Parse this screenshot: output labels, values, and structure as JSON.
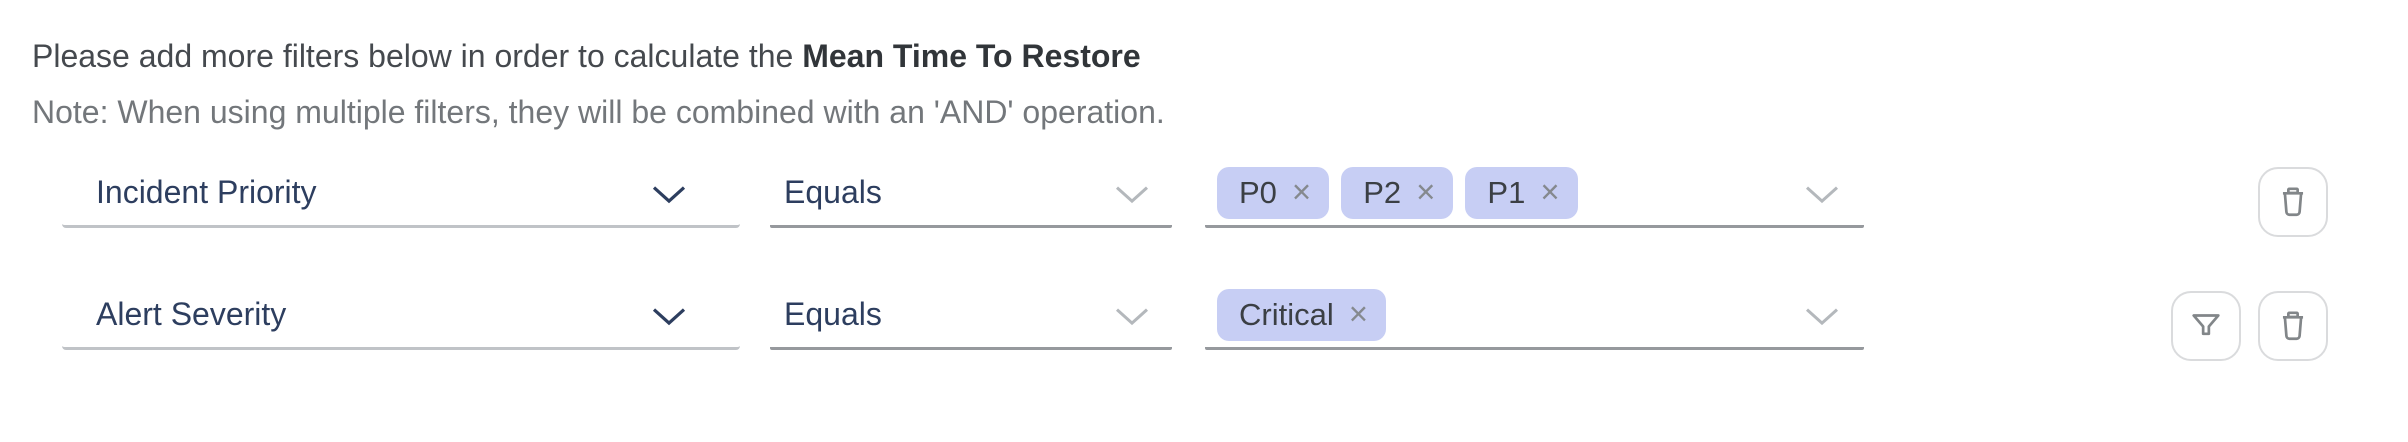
{
  "header": {
    "prefix": "Please add more filters below in order to calculate the ",
    "metric": "Mean Time To Restore",
    "note": "Note: When using multiple filters, they will be combined with an 'AND' operation."
  },
  "rows": [
    {
      "field": "Incident Priority",
      "operator": "Equals",
      "values": [
        "P0",
        "P2",
        "P1"
      ],
      "actions": [
        "delete"
      ]
    },
    {
      "field": "Alert Severity",
      "operator": "Equals",
      "values": [
        "Critical"
      ],
      "actions": [
        "filter",
        "delete"
      ]
    }
  ],
  "glyphs": {
    "remove": "×"
  },
  "colors": {
    "accent_navy": "#2d3e5f",
    "pill_background": "#c7cef4",
    "pill_text": "#3b3f44",
    "pill_remove": "#85898e",
    "underline_light": "#c0c3c7",
    "underline_dark": "#96999d",
    "chevron_muted": "#b4b8bc",
    "button_border": "#dadbdd",
    "button_icon": "#828689",
    "header_text": "#45494e",
    "note_text": "#73777b"
  }
}
